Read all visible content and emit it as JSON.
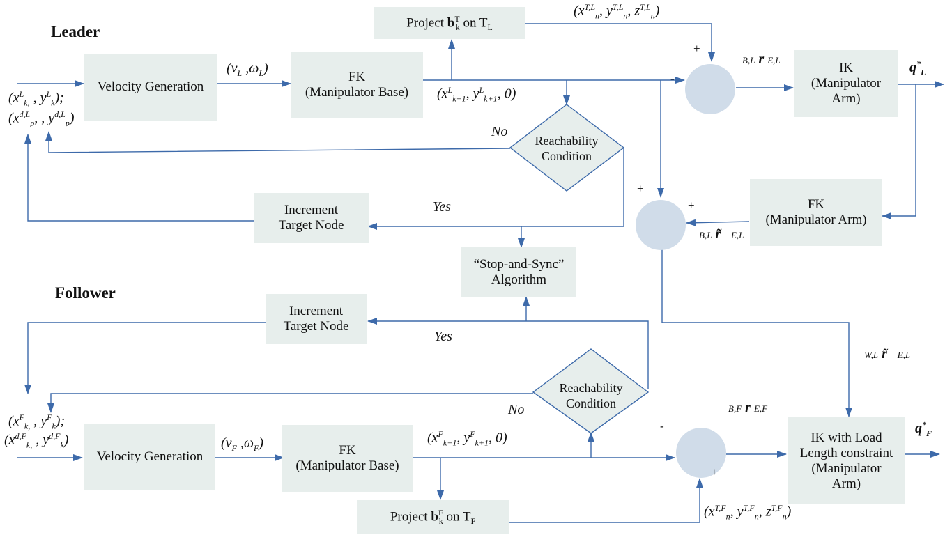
{
  "titles": {
    "leader": "Leader",
    "follower": "Follower"
  },
  "leader": {
    "velocity_gen": "Velocity Generation",
    "fk_base": [
      "FK",
      "(Manipulator Base)"
    ],
    "project": {
      "pre": "Project ",
      "b": "b",
      "sup": "T",
      "sub": "k",
      "mid": " on T",
      "sub2": "L"
    },
    "reach": [
      "Reachability",
      "Condition"
    ],
    "increment": [
      "Increment",
      "Target Node"
    ],
    "ik": [
      "IK",
      "(Manipulator",
      "Arm)"
    ],
    "fk_arm": [
      "FK",
      "(Manipulator Arm)"
    ],
    "input_label_1": "(x^L_k, , y^L_k);",
    "input_label_2": "(x^d,L_p, , y^d,L_p)",
    "vel_label": "(v_L ,ω_L)",
    "base_out_label": "(x^L_k+1, y^L_k+1, 0)",
    "target_label": "(x^T,L_n, y^T,L_n, z^T,L_n)",
    "r_label": "B,L r E,L",
    "rtilde_label": "B,L r̃ E,L",
    "q_label": "q*L",
    "no": "No",
    "yes": "Yes"
  },
  "sync": [
    "“Stop-and-Sync”",
    "Algorithm"
  ],
  "follower": {
    "velocity_gen": "Velocity Generation",
    "fk_base": [
      "FK",
      "(Manipulator Base)"
    ],
    "project": {
      "pre": "Project ",
      "b": "b",
      "sup": "F",
      "sub": "k",
      "mid": " on T",
      "sub2": "F"
    },
    "reach": [
      "Reachability",
      "Condition"
    ],
    "increment": [
      "Increment",
      "Target Node"
    ],
    "ik": [
      "IK with Load",
      "Length constraint",
      "(Manipulator",
      "Arm)"
    ],
    "input_label_1": "(x^F_k, , y^F_k);",
    "input_label_2": "(x^d,F_k, , y^d,F_k)",
    "vel_label": "(v_F ,ω_F)",
    "base_out_label": "(x^F_k+1, y^F_k+1, 0)",
    "target_label": "(x^T,F_n, y^T,F_n, z^T,F_n)",
    "r_label": "B,F r E,F",
    "wl_label": "W,L r̃ E,L",
    "q_label": "q*F",
    "no": "No",
    "yes": "Yes"
  },
  "signs": {
    "plus": "+",
    "minus": "-"
  },
  "colors": {
    "arrow": "#3d6aaa",
    "box": "#e7eeec",
    "circle": "#d0dce9"
  }
}
